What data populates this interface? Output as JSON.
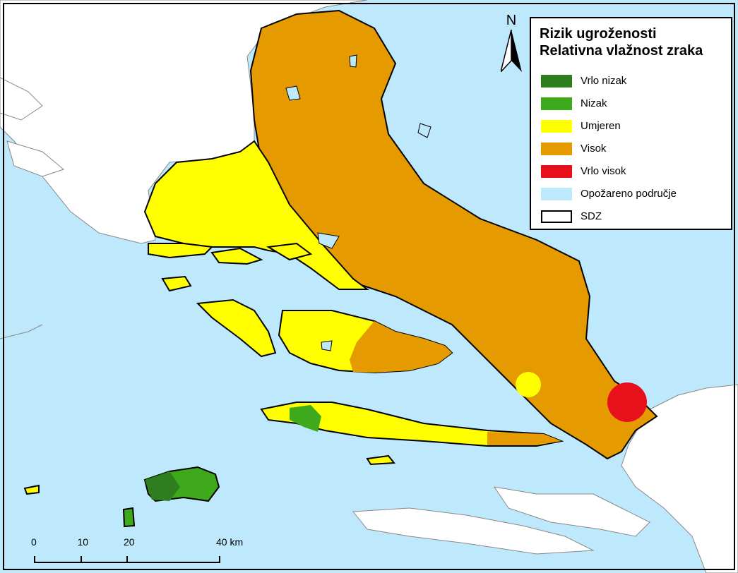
{
  "map": {
    "colors": {
      "sea": "#bee8fb",
      "land_outside": "#ffffff",
      "very_low": "#2e7d1e",
      "low": "#3fa91c",
      "moderate": "#ffff00",
      "high": "#e59a00",
      "very_high": "#e8101a",
      "border": "#000000"
    }
  },
  "north_arrow": {
    "letter": "N",
    "icon": "north-arrow-icon"
  },
  "legend": {
    "title_line1": "Rizik ugroženosti",
    "title_line2": "Relativna vlažnost zraka",
    "items": [
      {
        "label": "Vrlo nizak",
        "color": "#2e7d1e"
      },
      {
        "label": "Nizak",
        "color": "#3fa91c"
      },
      {
        "label": "Umjeren",
        "color": "#ffff00"
      },
      {
        "label": "Visok",
        "color": "#e59a00"
      },
      {
        "label": "Vrlo visok",
        "color": "#e8101a"
      },
      {
        "label": "Opožareno područje",
        "color": "#bee8fb"
      },
      {
        "label": "SDZ",
        "color": "#ffffff"
      }
    ]
  },
  "scale_bar": {
    "ticks": [
      "0",
      "10",
      "20",
      "40 km"
    ]
  }
}
